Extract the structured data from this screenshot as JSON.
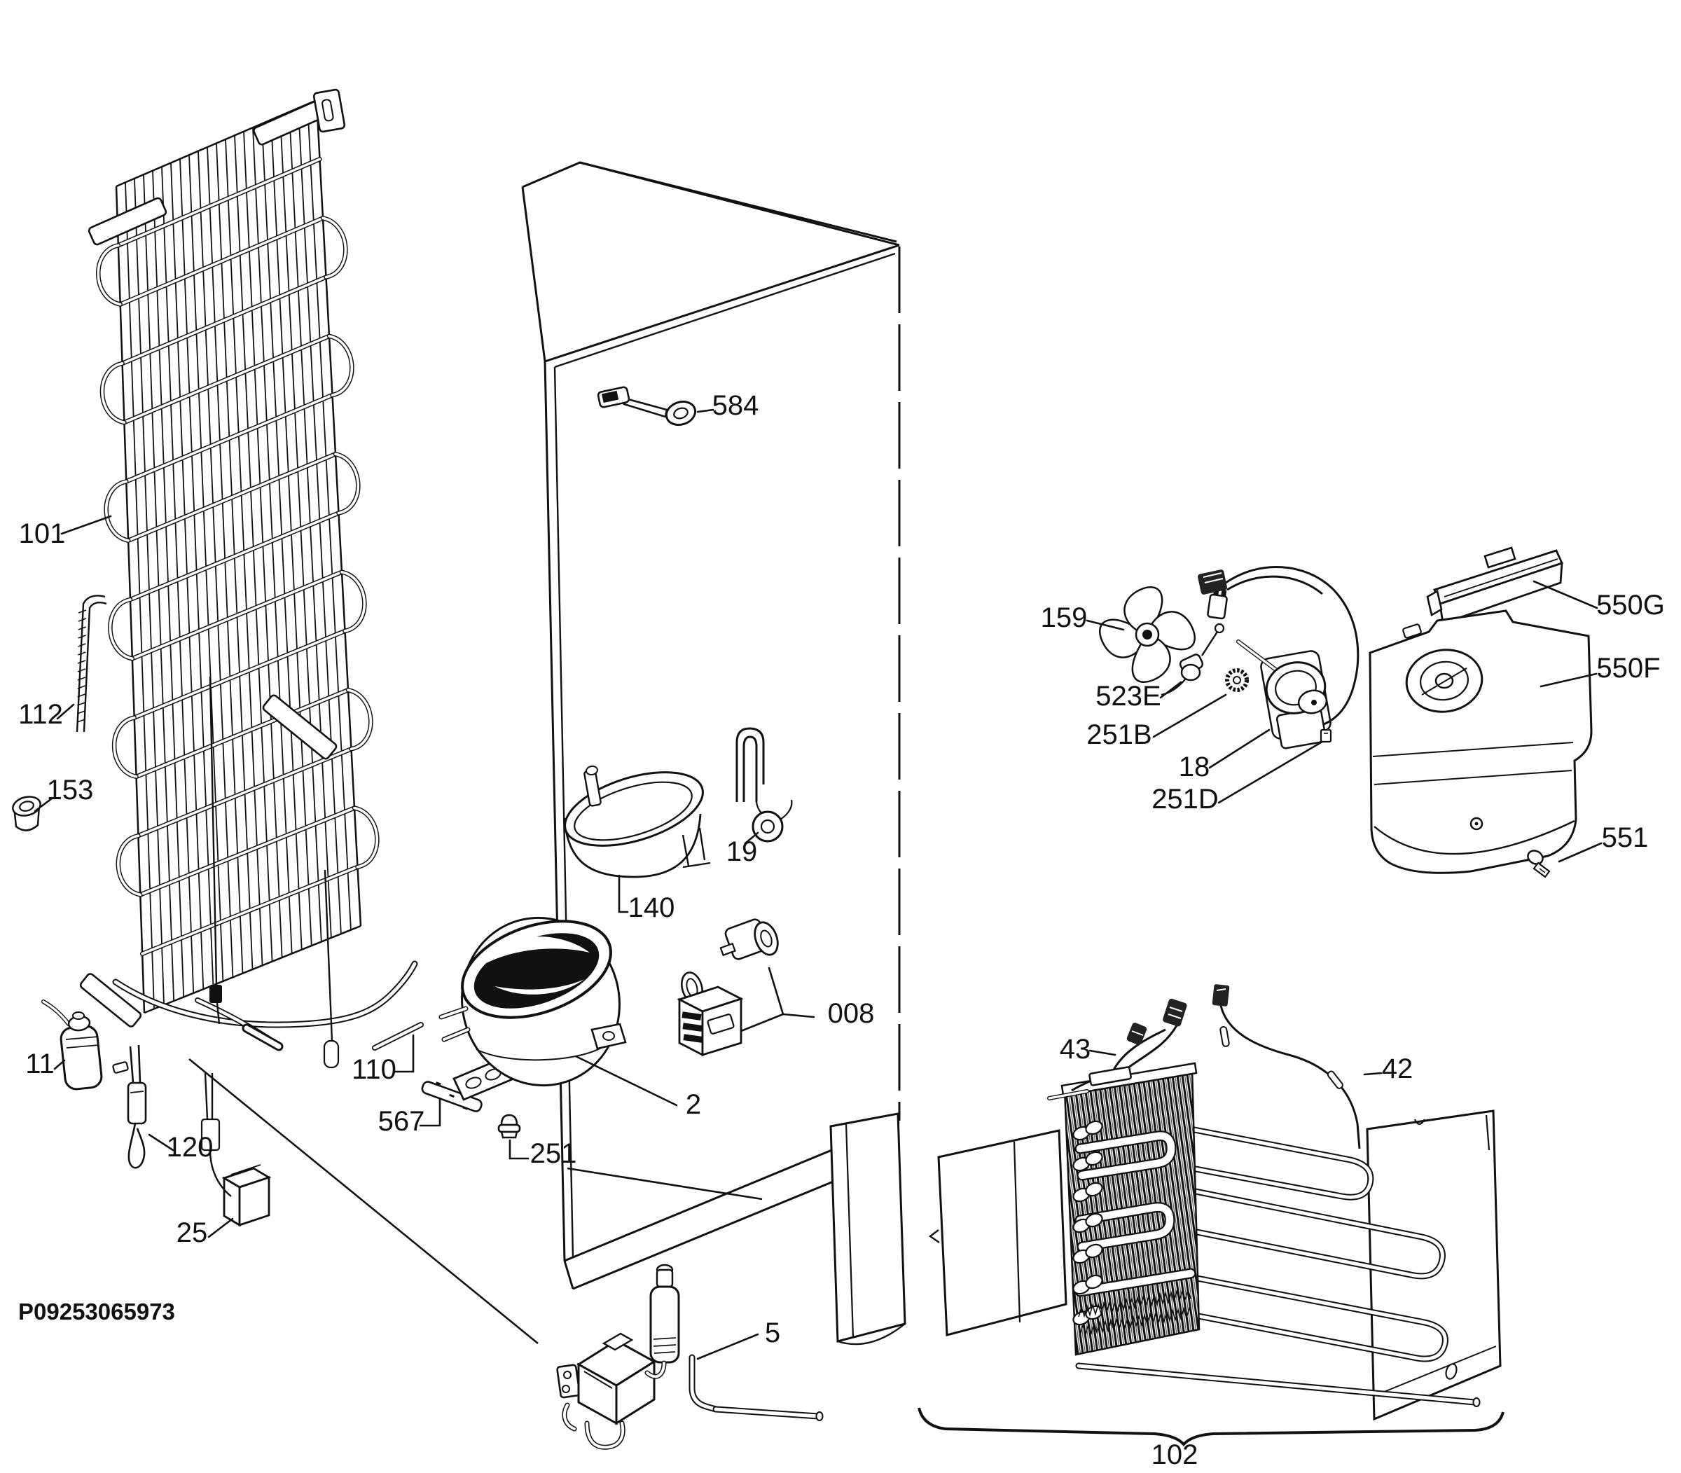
{
  "figure": {
    "background": "#ffffff",
    "ink": "#111111",
    "kind": "exploded-parts-diagram"
  },
  "footer": {
    "code": "P09253065973"
  },
  "callouts": [
    {
      "id": "101",
      "text": "101"
    },
    {
      "id": "112",
      "text": "112"
    },
    {
      "id": "153",
      "text": "153"
    },
    {
      "id": "11",
      "text": "11"
    },
    {
      "id": "120",
      "text": "120"
    },
    {
      "id": "25",
      "text": "25"
    },
    {
      "id": "110",
      "text": "110"
    },
    {
      "id": "567",
      "text": "567"
    },
    {
      "id": "2",
      "text": "2"
    },
    {
      "id": "251",
      "text": "251"
    },
    {
      "id": "140",
      "text": "140"
    },
    {
      "id": "19",
      "text": "19"
    },
    {
      "id": "008",
      "text": "008"
    },
    {
      "id": "5",
      "text": "5"
    },
    {
      "id": "584",
      "text": "584"
    },
    {
      "id": "159",
      "text": "159"
    },
    {
      "id": "523E",
      "text": "523E"
    },
    {
      "id": "251B",
      "text": "251B"
    },
    {
      "id": "18",
      "text": "18"
    },
    {
      "id": "251D",
      "text": "251D"
    },
    {
      "id": "550G",
      "text": "550G"
    },
    {
      "id": "550F",
      "text": "550F"
    },
    {
      "id": "551",
      "text": "551"
    },
    {
      "id": "43",
      "text": "43"
    },
    {
      "id": "42",
      "text": "42"
    },
    {
      "id": "102",
      "text": "102"
    }
  ]
}
